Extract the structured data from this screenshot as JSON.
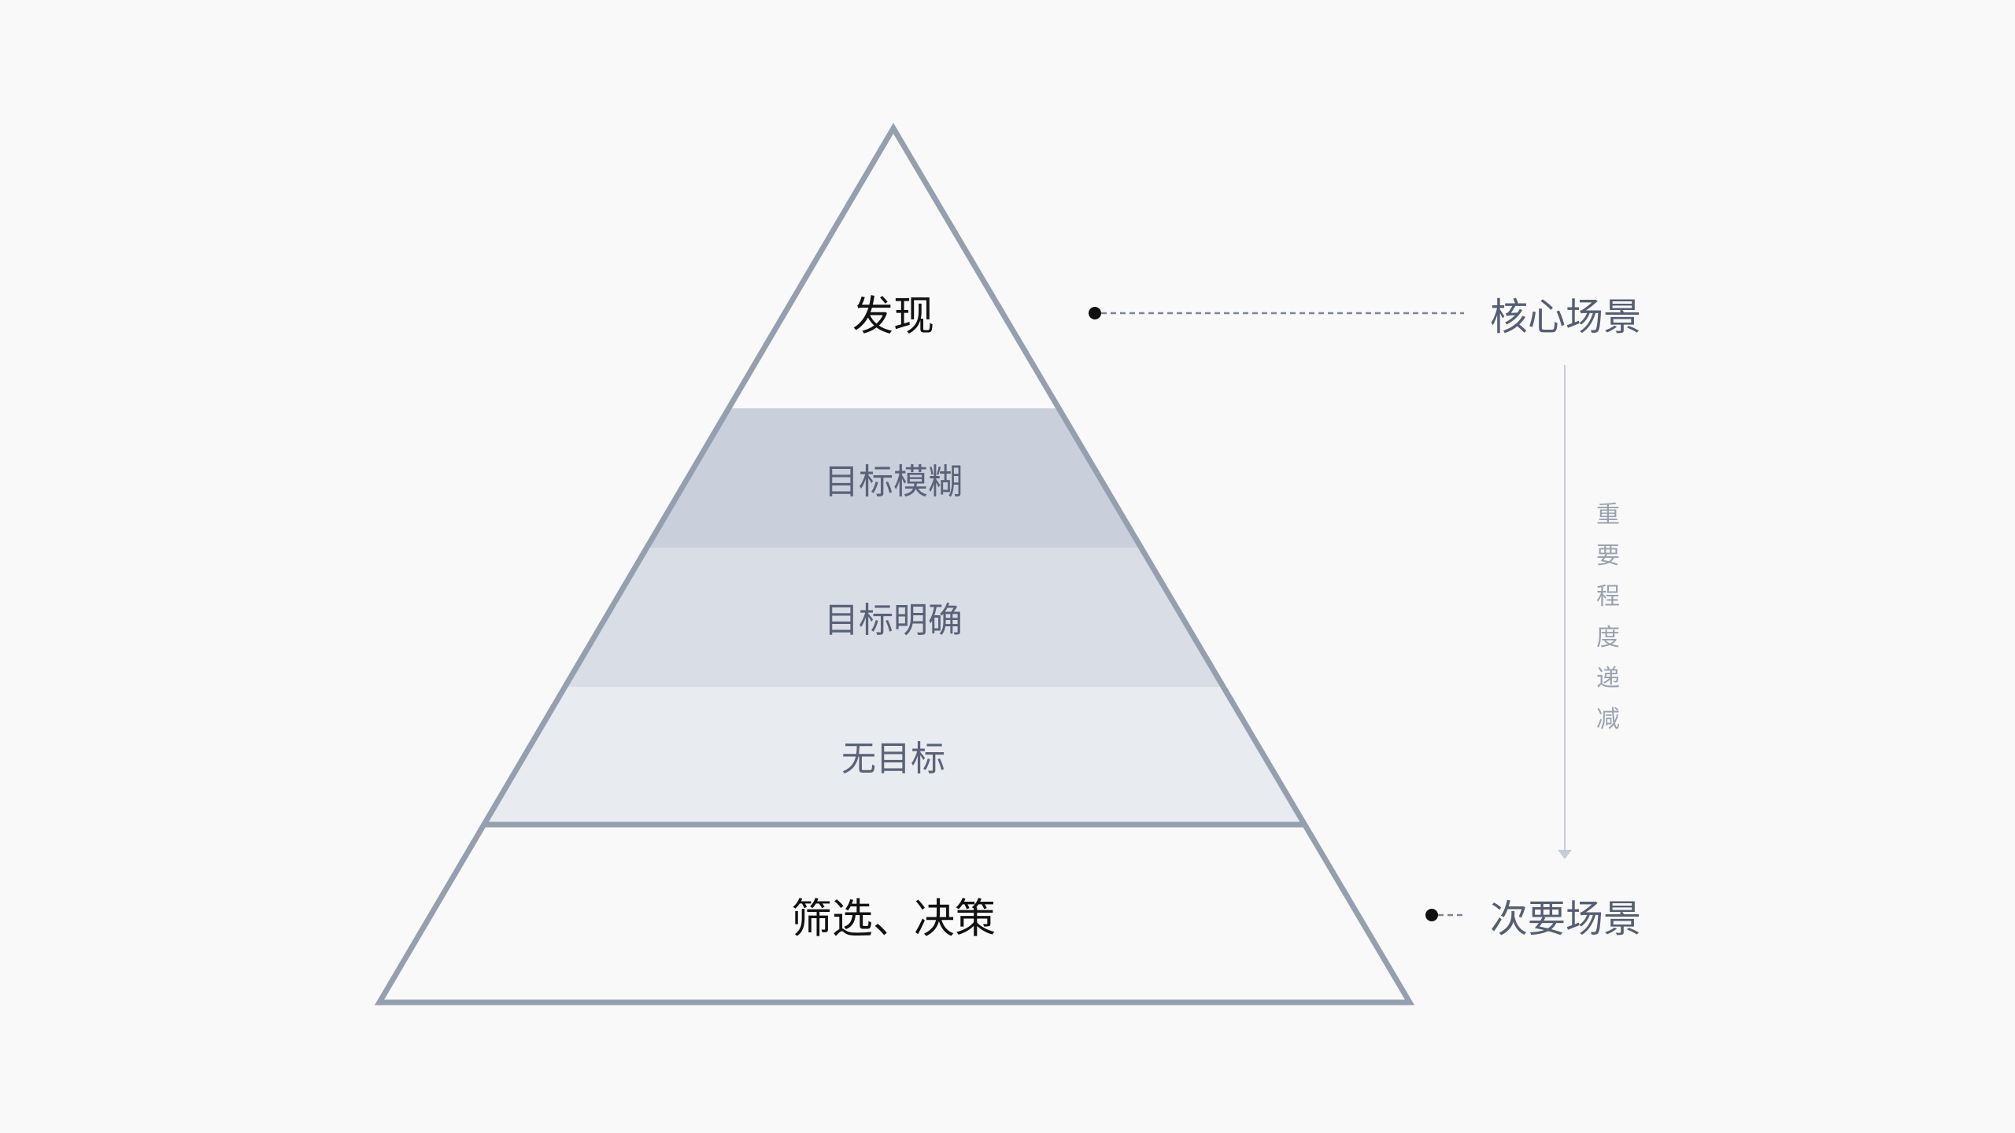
{
  "pyramid": {
    "top_label": "发现",
    "layers": [
      "目标模糊",
      "目标明确",
      "无目标"
    ],
    "bottom_label": "筛选、决策"
  },
  "annotations": {
    "core": "核心场景",
    "secondary": "次要场景",
    "arrow_label": "重要程度递减"
  },
  "colors": {
    "outline": "#949fb0",
    "layer_fills": [
      "#c9cfdb",
      "#d8dde6",
      "#e8ebf0"
    ],
    "background": "#f9f9f9"
  }
}
